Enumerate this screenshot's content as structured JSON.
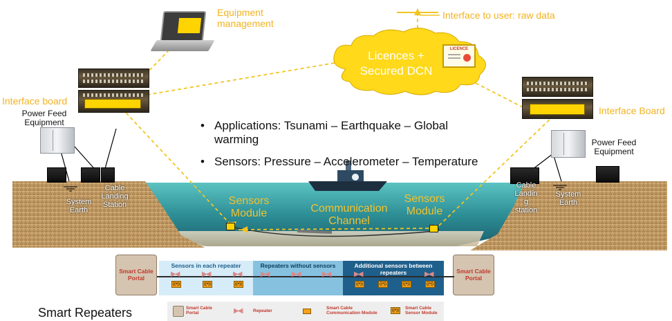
{
  "labels": {
    "equipment_management": "Equipment\nmanagement",
    "interface_user": "Interface to user: raw data",
    "cloud_text": "Licences +\nSecured DCN",
    "licence_badge": "LICENCE",
    "interface_board_left": "Interface board",
    "interface_board_right": "Interface Board",
    "power_feed_left": "Power Feed\nEquipment",
    "power_feed_right": "Power Feed\nEquipment",
    "system_earth_left": "System\nEarth",
    "system_earth_right": "System\nEarth",
    "cable_landing_left": "Cable\nLanding\nStation",
    "cable_landing_right": "Cable\nLandin\ng\nstation",
    "sensors_module_left": "Sensors\nModule",
    "sensors_module_right": "Sensors\nModule",
    "communication_channel": "Communication\nChannel"
  },
  "bullets": [
    "Applications: Tsunami – Earthquake – Global warming",
    "Sensors: Pressure – Accelerometer – Temperature"
  ],
  "smart_repeaters": {
    "title": "Smart Repeaters",
    "portal_left": "Smart Cable\nPortal",
    "portal_right": "Smart Cable\nPortal",
    "sections": [
      {
        "title": "Sensors in each repeater",
        "color": "#d6ecf8",
        "text_color": "#1d5f8a"
      },
      {
        "title": "Repeaters without sensors",
        "color": "#86c1e0",
        "text_color": "#0d3d5e"
      },
      {
        "title": "Additional sensors between repeaters",
        "color": "#1f5f8b",
        "text_color": "#ffffff"
      }
    ],
    "legend": [
      {
        "icon": "portal",
        "label": "Smart Cable\nPortal"
      },
      {
        "icon": "repeater",
        "label": "Repeater"
      },
      {
        "icon": "comm",
        "label": "Smart Cable\nCommunication Module"
      },
      {
        "icon": "sensor",
        "label": "Smart Cable\nSensor Module"
      }
    ]
  },
  "colors": {
    "accent": "#f2b320",
    "sea": "#3aa6a3",
    "sand": "#c9a06a"
  }
}
